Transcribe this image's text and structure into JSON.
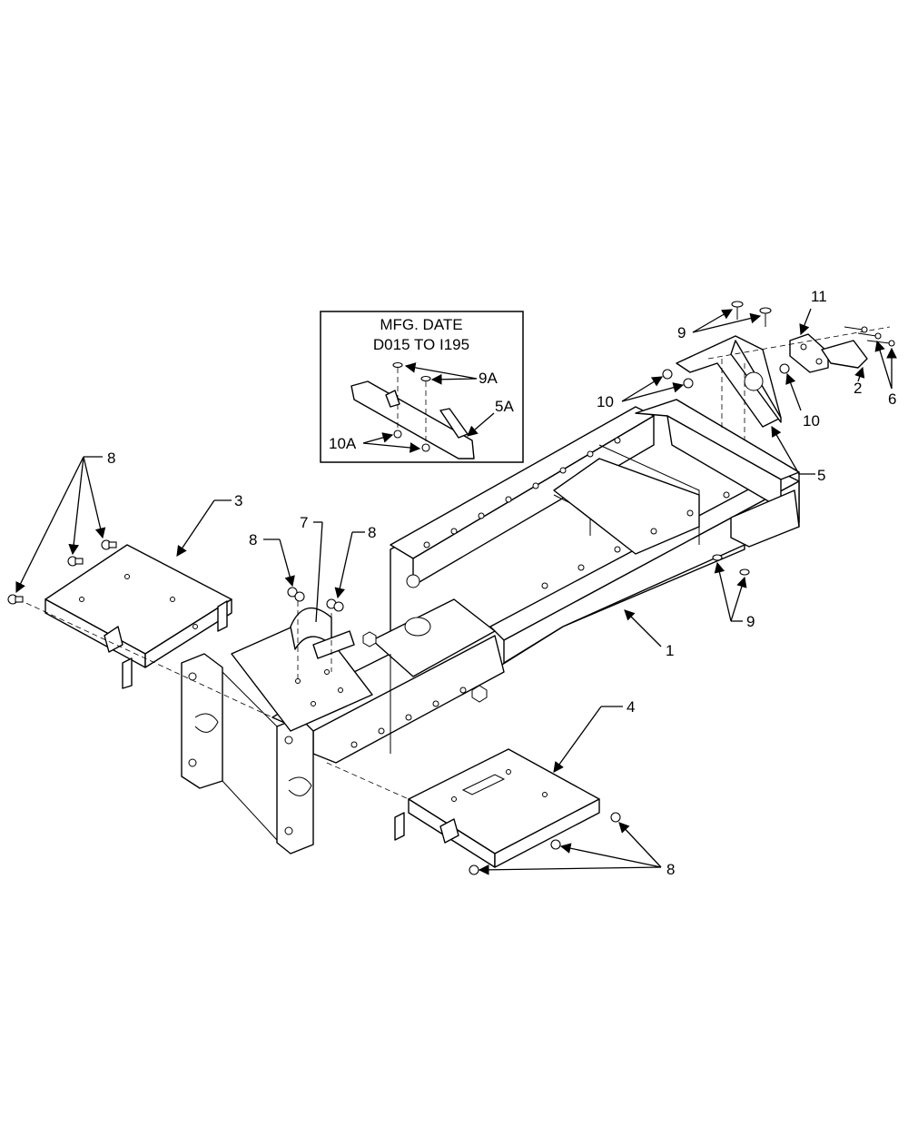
{
  "inset": {
    "title_line1": "MFG. DATE",
    "title_line2": "D015 TO I195",
    "labels": {
      "9A": "9A",
      "5A": "5A",
      "10A": "10A"
    }
  },
  "callouts": {
    "c1": "1",
    "c2": "2",
    "c3": "3",
    "c4": "4",
    "c5": "5",
    "c6": "6",
    "c7": "7",
    "c8_top_left": "8",
    "c8_center_left": "8",
    "c8_center_right": "8",
    "c8_bottom": "8",
    "c9_top": "9",
    "c9_bottom": "9",
    "c10_left": "10",
    "c10_right": "10",
    "c11": "11"
  },
  "colors": {
    "line": "#000000",
    "background": "#ffffff"
  }
}
